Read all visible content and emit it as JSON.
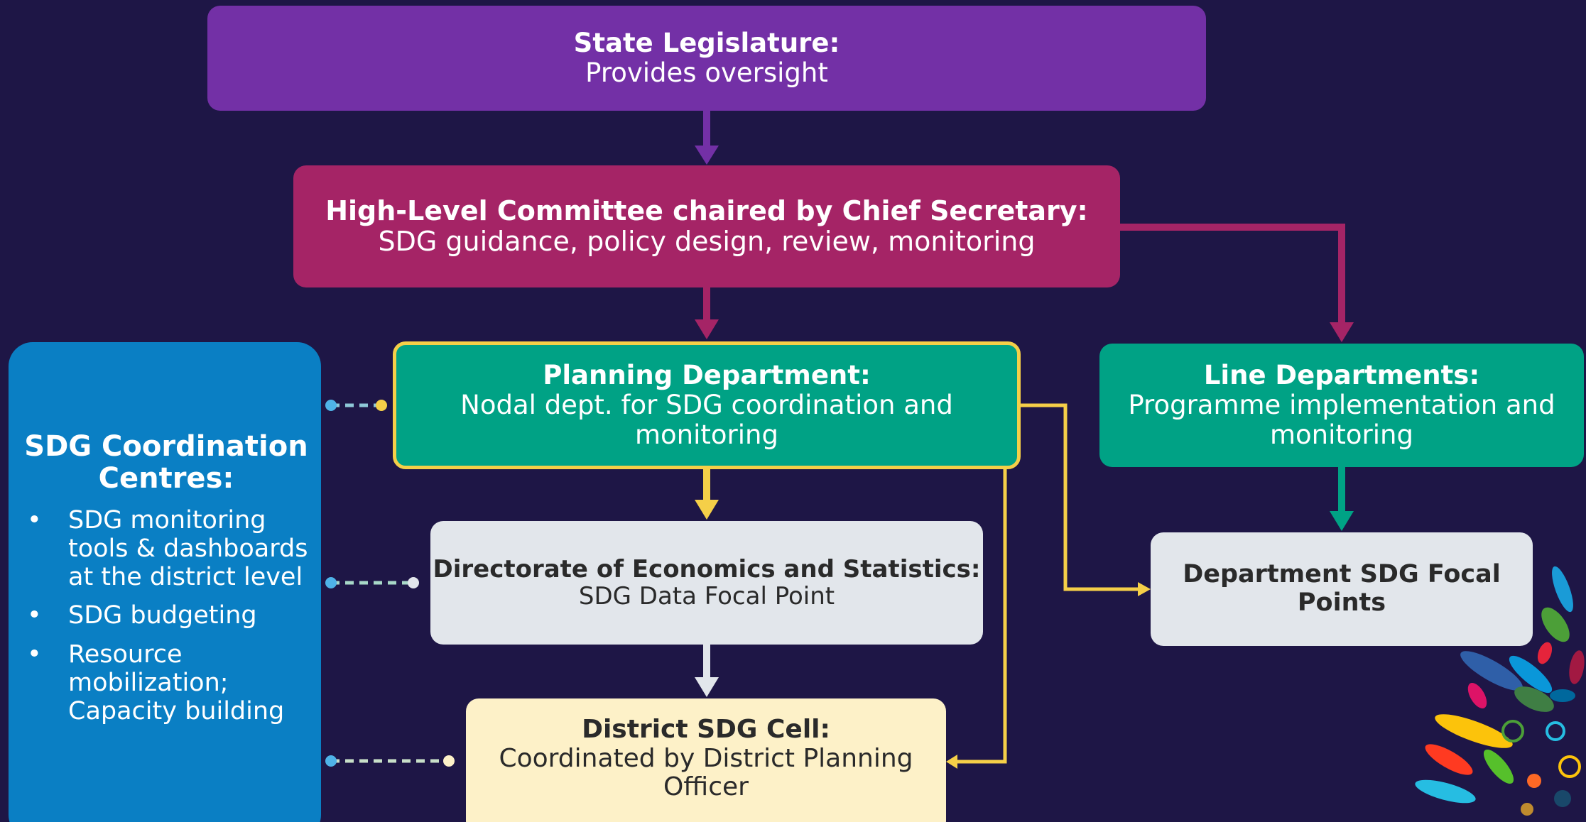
{
  "colors": {
    "background": "#1e1646",
    "legislature": "#7330a6",
    "committee": "#a52466",
    "teal": "#00a285",
    "highlight_border": "#f5cf48",
    "grey_box": "#e2e6eb",
    "cream_box": "#fdf1c8",
    "blue_panel": "#0a7fc4"
  },
  "nodes": {
    "legislature": {
      "title": "State Legislature:",
      "subtitle": "Provides oversight"
    },
    "committee": {
      "title": "High-Level Committee chaired by Chief Secretary:",
      "subtitle": "SDG guidance, policy design, review, monitoring"
    },
    "planning": {
      "title": "Planning Department:",
      "subtitle": "Nodal dept. for SDG coordination and monitoring"
    },
    "line_departments": {
      "title": "Line Departments:",
      "subtitle": "Programme implementation and monitoring"
    },
    "directorate": {
      "title": "Directorate of Economics and Statistics:",
      "subtitle": "SDG Data Focal Point"
    },
    "focal_points": {
      "title": "Department SDG Focal Points"
    },
    "district_cell": {
      "title": "District SDG Cell:",
      "subtitle": "Coordinated by District Planning Officer"
    }
  },
  "coordination_centres": {
    "title": "SDG Coordination Centres:",
    "bullet": "•",
    "items": [
      "SDG monitoring tools & dashboards at the district level",
      "SDG budgeting",
      "Resource mobilization; Capacity building"
    ]
  }
}
